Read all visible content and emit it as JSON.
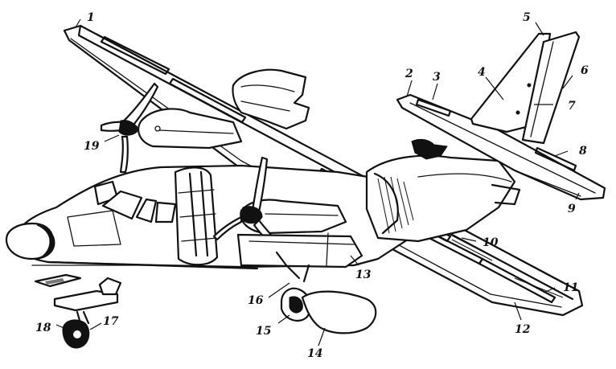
{
  "callouts": [
    {
      "id": "c1",
      "text": "1"
    },
    {
      "id": "c2",
      "text": "2"
    },
    {
      "id": "c3",
      "text": "3"
    },
    {
      "id": "c4",
      "text": "4"
    },
    {
      "id": "c5",
      "text": "5"
    },
    {
      "id": "c6",
      "text": "6"
    },
    {
      "id": "c7",
      "text": "7"
    },
    {
      "id": "c8",
      "text": "8"
    },
    {
      "id": "c9",
      "text": "9"
    },
    {
      "id": "c10",
      "text": "10"
    },
    {
      "id": "c11",
      "text": "11"
    },
    {
      "id": "c12",
      "text": "12"
    },
    {
      "id": "c13",
      "text": "13"
    },
    {
      "id": "c14",
      "text": "14"
    },
    {
      "id": "c15",
      "text": "15"
    },
    {
      "id": "c16",
      "text": "16"
    },
    {
      "id": "c17",
      "text": "17"
    },
    {
      "id": "c18",
      "text": "18"
    },
    {
      "id": "c19",
      "text": "19"
    }
  ]
}
